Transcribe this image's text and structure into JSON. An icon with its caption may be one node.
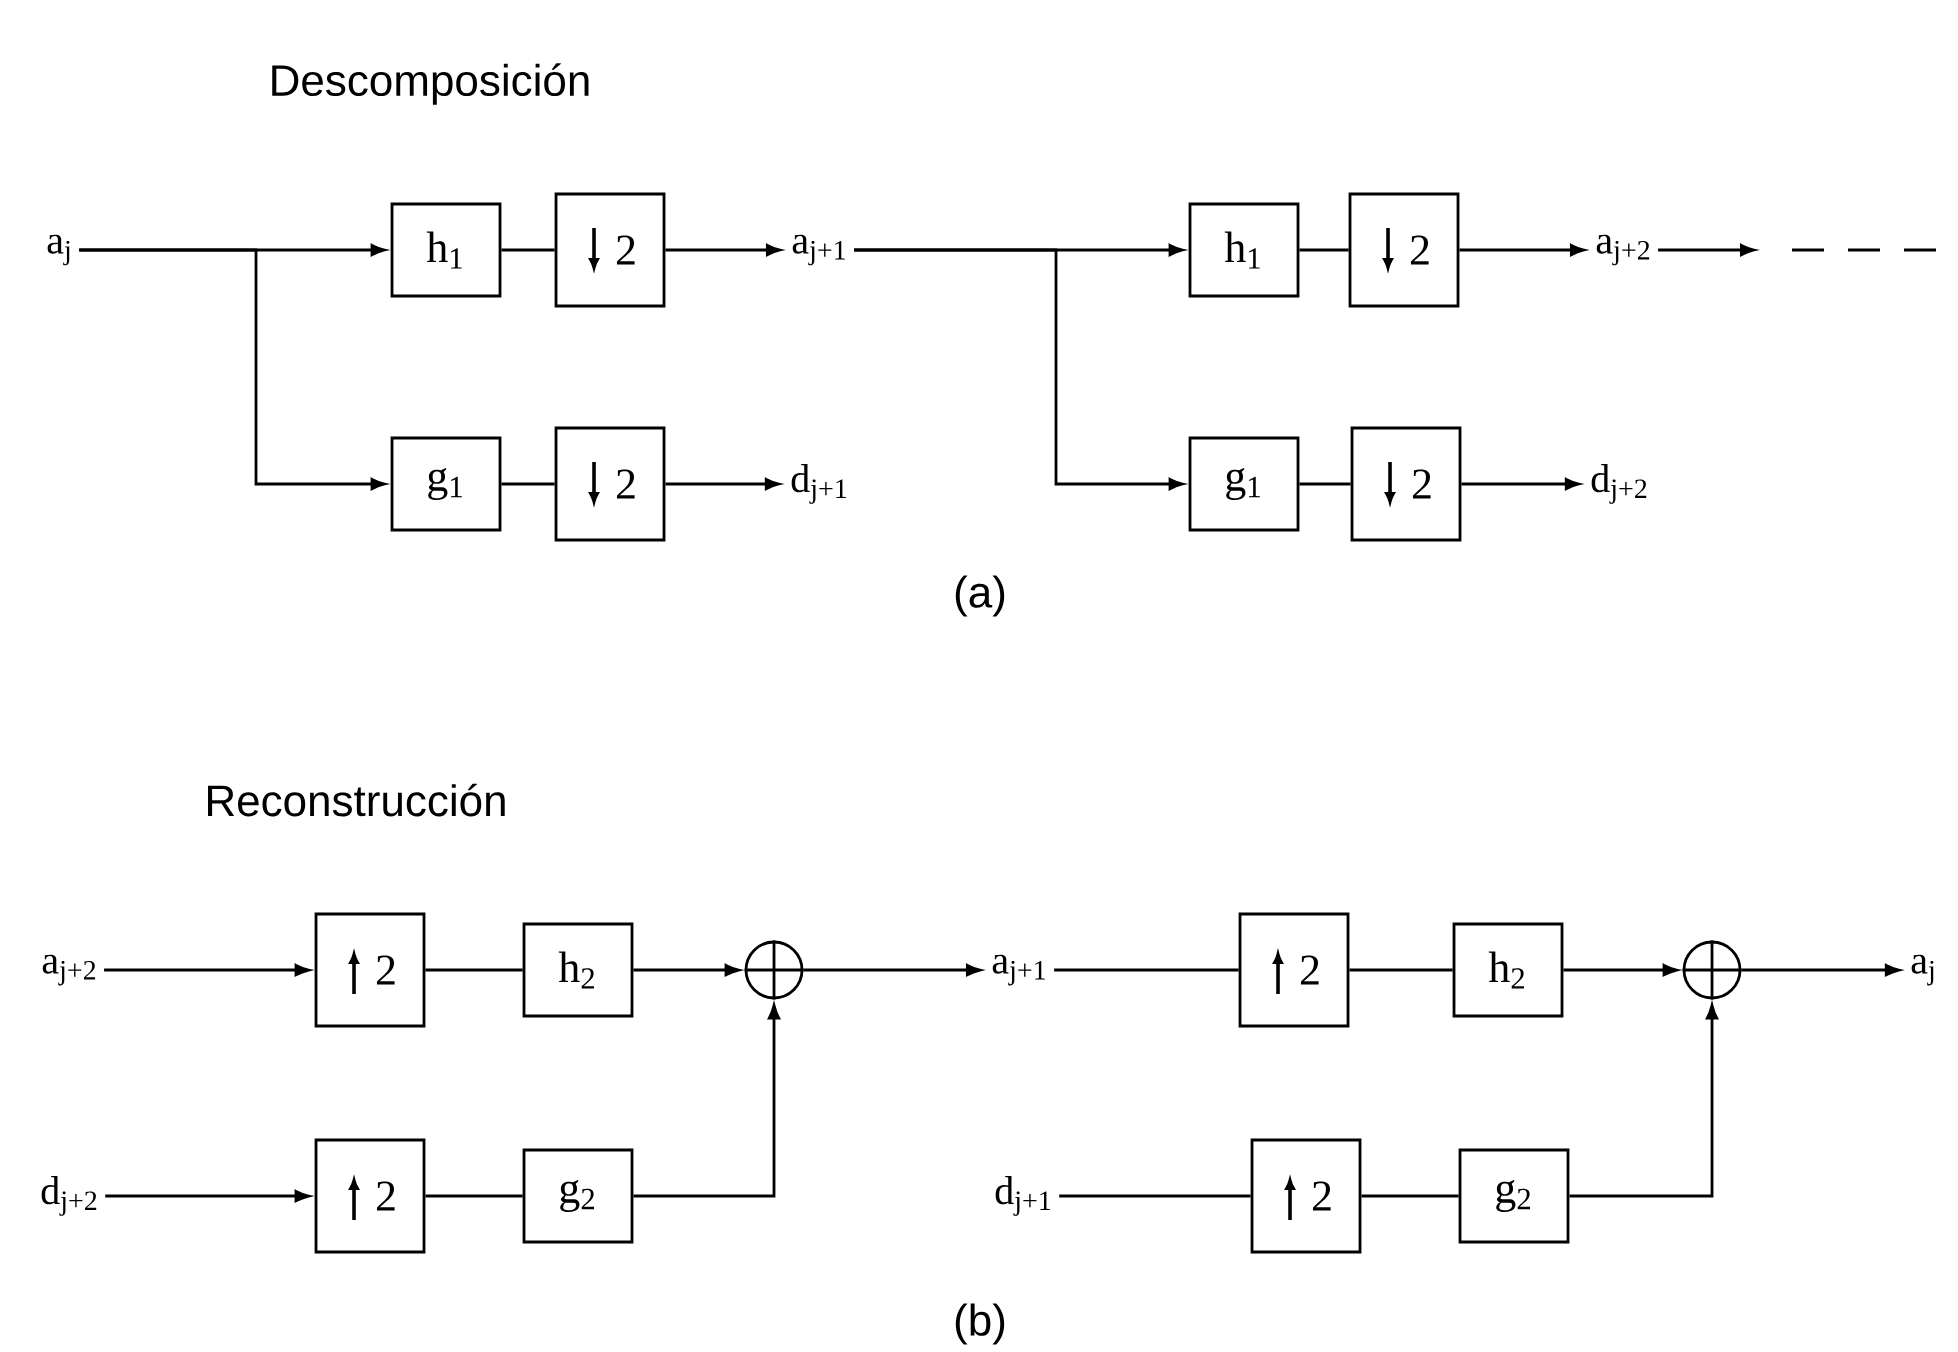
{
  "diagram": {
    "nodes": [
      {
        "text": [
          "a$_{j}$"
        ]
      },
      {
        "text": [
          "h$_{1}$"
        ]
      },
      {
        "text": [
          "2"
        ]
      },
      {
        "text": [
          "a$_{j+1}$"
        ]
      },
      {
        "text": [
          "g$_{1}$"
        ]
      },
      {
        "text": [
          "2"
        ]
      },
      {
        "text": [
          "d$_{j+1}$"
        ]
      },
      {
        "text": [
          "h$_{1}$"
        ]
      },
      {
        "text": [
          "2"
        ]
      },
      {
        "text": [
          "a$_{j+2}$"
        ]
      },
      {
        "text": [
          "g$_{1}$"
        ]
      },
      {
        "text": [
          "2"
        ]
      },
      {
        "text": [
          "d$_{j+2}$"
        ]
      },
      {
        "text": [
          "a$_{j+2}$"
        ]
      },
      {
        "text": [
          "2"
        ]
      },
      {
        "text": [
          "h$_{2}$"
        ]
      },
      {
        "text": [],
        "shape": "circle"
      },
      {
        "text": [
          "a$_{j+1}$"
        ]
      },
      {
        "text": [
          "d$_{j+2}$"
        ]
      },
      {
        "text": [
          "2"
        ]
      },
      {
        "text": [
          "g$_{2}$"
        ]
      },
      {
        "text": [
          "2"
        ]
      },
      {
        "text": [
          "h$_{2}$"
        ]
      },
      {
        "text": [],
        "shape": "circle"
      },
      {
        "text": [
          "a$_{j}$"
        ]
      },
      {
        "text": [
          "d$_{j+1}$"
        ]
      },
      {
        "text": [
          "2"
        ]
      },
      {
        "text": [
          "g$_{2}$"
        ]
      }
    ],
    "edges": [
      {
        "from": 0,
        "to": 1,
        "arrow": "to"
      },
      {
        "from": 0,
        "to": 4,
        "arrow": "to"
      },
      {
        "from": 1,
        "to": 2,
        "arrow": "none"
      },
      {
        "from": 2,
        "to": 3,
        "arrow": "to"
      },
      {
        "from": 4,
        "to": 5,
        "arrow": "none"
      },
      {
        "from": 5,
        "to": 6,
        "arrow": "to"
      },
      {
        "from": 3,
        "to": 7,
        "arrow": "to"
      },
      {
        "from": 3,
        "to": 10,
        "arrow": "to"
      },
      {
        "from": 7,
        "to": 8,
        "arrow": "none"
      },
      {
        "from": 8,
        "to": 9,
        "arrow": "to"
      },
      {
        "from": 10,
        "to": 11,
        "arrow": "none"
      },
      {
        "from": 11,
        "to": 12,
        "arrow": "to"
      },
      {
        "from": 9,
        "to": null,
        "arrow": "to"
      },
      {
        "from": 13,
        "to": 14,
        "arrow": "to"
      },
      {
        "from": 14,
        "to": 15,
        "arrow": "none"
      },
      {
        "from": 15,
        "to": 16,
        "arrow": "to"
      },
      {
        "from": 16,
        "to": 17,
        "arrow": "to"
      },
      {
        "from": 18,
        "to": 19,
        "arrow": "to"
      },
      {
        "from": 19,
        "to": 20,
        "arrow": "none"
      },
      {
        "from": 20,
        "to": 16,
        "arrow": "to"
      },
      {
        "from": 17,
        "to": 21,
        "arrow": "none"
      },
      {
        "from": 21,
        "to": 22,
        "arrow": "none"
      },
      {
        "from": 22,
        "to": 23,
        "arrow": "to"
      },
      {
        "from": 23,
        "to": 24,
        "arrow": "to"
      },
      {
        "from": 25,
        "to": 26,
        "arrow": "none"
      },
      {
        "from": 26,
        "to": 27,
        "arrow": "none"
      },
      {
        "from": 27,
        "to": 23,
        "arrow": "to"
      }
    ],
    "labels": [
      "Descomposición",
      "(a)",
      "Reconstrucción",
      "(b)"
    ]
  }
}
